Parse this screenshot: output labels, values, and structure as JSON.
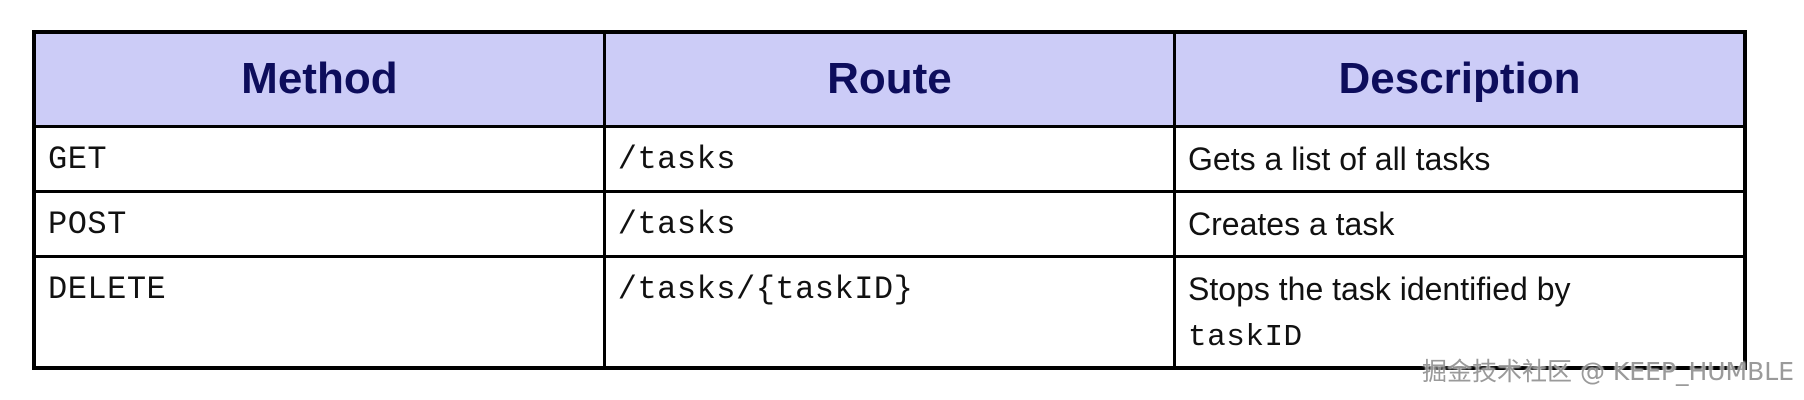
{
  "table": {
    "headers": [
      "Method",
      "Route",
      "Description"
    ],
    "rows": [
      {
        "method": "GET",
        "route": "/tasks",
        "description": "Gets a list of all tasks",
        "description_code": ""
      },
      {
        "method": "POST",
        "route": "/tasks",
        "description": "Creates a task",
        "description_code": ""
      },
      {
        "method": "DELETE",
        "route": "/tasks/{taskID}",
        "description": "Stops the task identified by",
        "description_code": "taskID"
      }
    ]
  },
  "colors": {
    "header_background": "#ccccf7",
    "header_text": "#0d0d5c",
    "border": "#000000"
  },
  "watermark": "掘金技术社区 @ KEEP_HUMBLE"
}
